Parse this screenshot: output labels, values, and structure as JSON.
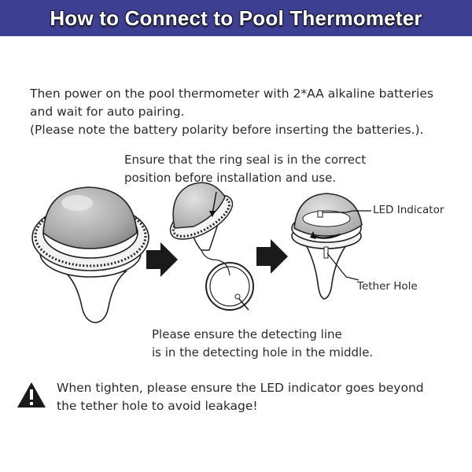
{
  "header": {
    "title": "How to Connect to Pool Thermometer"
  },
  "intro": {
    "line1": "Then power on the pool thermometer with 2*AA alkaline batteries",
    "line2": "and  wait for auto pairing.",
    "line3": "(Please note the battery polarity before inserting the batteries.)."
  },
  "ring_note": {
    "line1": "Ensure that the ring seal is in the correct",
    "line2": "position before installation and use."
  },
  "labels": {
    "led": "LED Indicator",
    "tether": "Tether Hole"
  },
  "detect_note": {
    "line1": "Please ensure the detecting line",
    "line2": "is in the detecting hole in the middle."
  },
  "warning": {
    "line1": "When tighten, please ensure the LED indicator goes beyond",
    "line2": "the tether hole to avoid leakage!"
  },
  "colors": {
    "banner": "#3d3f92",
    "ink": "#222222"
  }
}
